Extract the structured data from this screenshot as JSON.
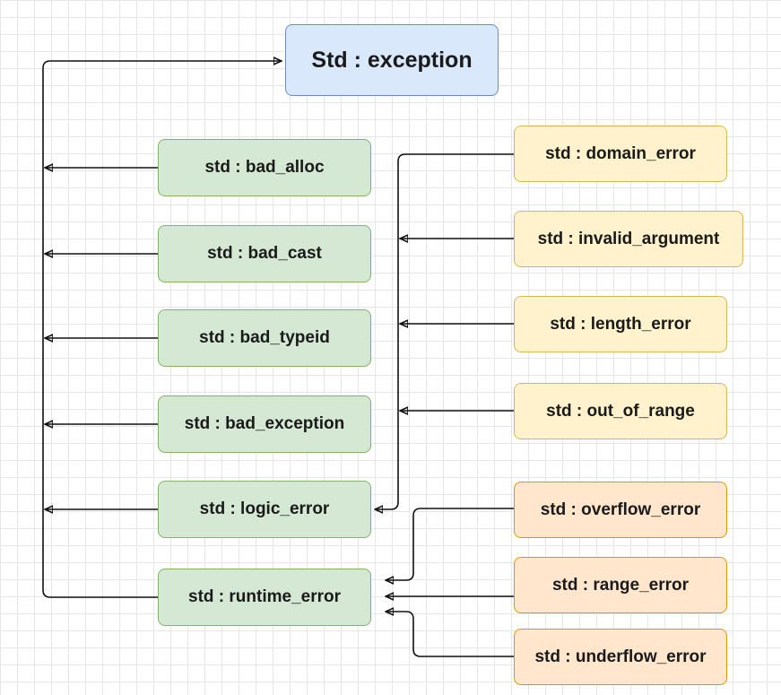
{
  "diagram": {
    "root": {
      "label": "Std : exception"
    },
    "std_children": [
      {
        "id": "bad_alloc",
        "label": "std : bad_alloc"
      },
      {
        "id": "bad_cast",
        "label": "std : bad_cast"
      },
      {
        "id": "bad_typeid",
        "label": "std : bad_typeid"
      },
      {
        "id": "bad_exception",
        "label": "std : bad_exception"
      },
      {
        "id": "logic_error",
        "label": "std : logic_error"
      },
      {
        "id": "runtime_error",
        "label": "std : runtime_error"
      }
    ],
    "logic_error_children": [
      {
        "id": "domain_error",
        "label": "std : domain_error"
      },
      {
        "id": "invalid_argument",
        "label": "std : invalid_argument"
      },
      {
        "id": "length_error",
        "label": "std : length_error"
      },
      {
        "id": "out_of_range",
        "label": "std : out_of_range"
      }
    ],
    "runtime_error_children": [
      {
        "id": "overflow_error",
        "label": "std : overflow_error"
      },
      {
        "id": "range_error",
        "label": "std : range_error"
      },
      {
        "id": "underflow_error",
        "label": "std : underflow_error"
      }
    ],
    "colors": {
      "root_fill": "#dae8fc",
      "root_border": "#6c8ebf",
      "std_child_fill": "#d5e8d4",
      "std_child_border": "#82b366",
      "logic_child_fill": "#fff2cc",
      "logic_child_border": "#d6b656",
      "runtime_child_fill": "#ffe6cc",
      "runtime_child_border": "#d79b00"
    }
  }
}
